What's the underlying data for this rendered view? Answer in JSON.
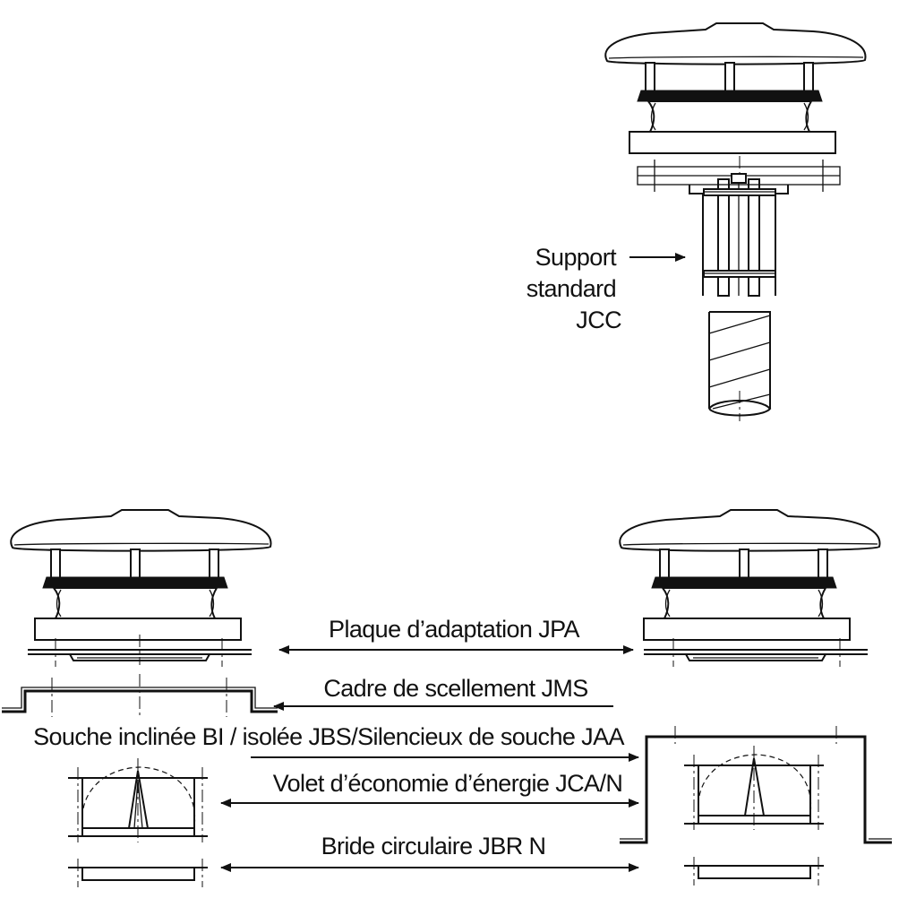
{
  "labels": {
    "support_line1": "Support",
    "support_line2": "standard",
    "support_line3": "JCC",
    "plaque": "Plaque d’adaptation JPA",
    "cadre": "Cadre de scellement JMS",
    "souche": "Souche inclinée BI / isolée JBS/Silencieux de souche JAA",
    "volet": "Volet d’économie d’énergie JCA/N",
    "bride": "Bride circulaire JBR N"
  },
  "colors": {
    "ink": "#111111",
    "background": "#ffffff"
  }
}
